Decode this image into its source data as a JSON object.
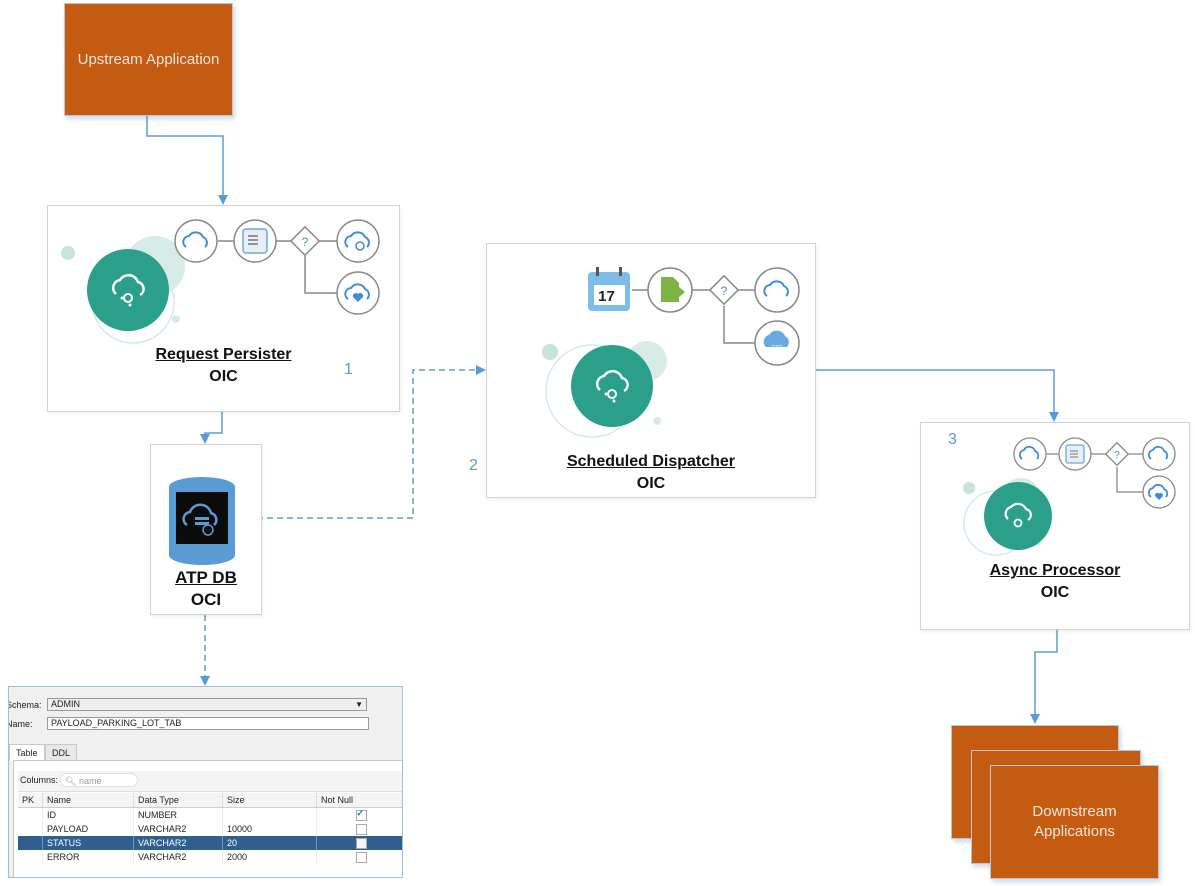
{
  "upstream": {
    "label": "Upstream Application"
  },
  "downstream": {
    "label_line1": "Downstream",
    "label_line2": "Applications"
  },
  "components": {
    "request_persister": {
      "name": "Request Persister",
      "platform": "OIC",
      "step": "1"
    },
    "scheduled_dispatcher": {
      "name": "Scheduled Dispatcher",
      "platform": "OIC",
      "step": "2",
      "calendar_day": "17"
    },
    "async_processor": {
      "name": "Async Processor",
      "platform": "OIC",
      "step": "3"
    },
    "atp_db": {
      "name": "ATP DB",
      "platform": "OCI"
    }
  },
  "flow_icons": {
    "persister": [
      "cloud-trigger-icon",
      "mapper-icon",
      "switch-icon",
      "cloud-invoke-icon",
      "cloud-heart-icon"
    ],
    "dispatcher": [
      "calendar-icon",
      "file-export-icon",
      "switch-icon",
      "cloud-invoke-icon",
      "ftp-cloud-icon"
    ],
    "switch_label": "?",
    "ftp_label": "FTP"
  },
  "db_table": {
    "schema_label": "Schema:",
    "schema_value": "ADMIN",
    "name_label": "Name:",
    "name_value": "PAYLOAD_PARKING_LOT_TAB",
    "tabs": [
      "Table",
      "DDL"
    ],
    "columns_label": "Columns:",
    "search_placeholder": "name",
    "headers": [
      "PK",
      "Name",
      "Data Type",
      "Size",
      "Not Null"
    ],
    "rows": [
      {
        "pk": "",
        "name": "ID",
        "type": "NUMBER",
        "size": "",
        "not_null": true
      },
      {
        "pk": "",
        "name": "PAYLOAD",
        "type": "VARCHAR2",
        "size": "10000",
        "not_null": false
      },
      {
        "pk": "",
        "name": "STATUS",
        "type": "VARCHAR2",
        "size": "20",
        "not_null": false,
        "selected": true
      },
      {
        "pk": "",
        "name": "ERROR",
        "type": "VARCHAR2",
        "size": "2000",
        "not_null": false
      }
    ]
  },
  "colors": {
    "app_box": "#c55a11",
    "connector": "#5b9bd5",
    "oic_teal": "#2aa08a",
    "db_blue": "#5b9bd5",
    "selected_row": "#2f5f8f"
  }
}
